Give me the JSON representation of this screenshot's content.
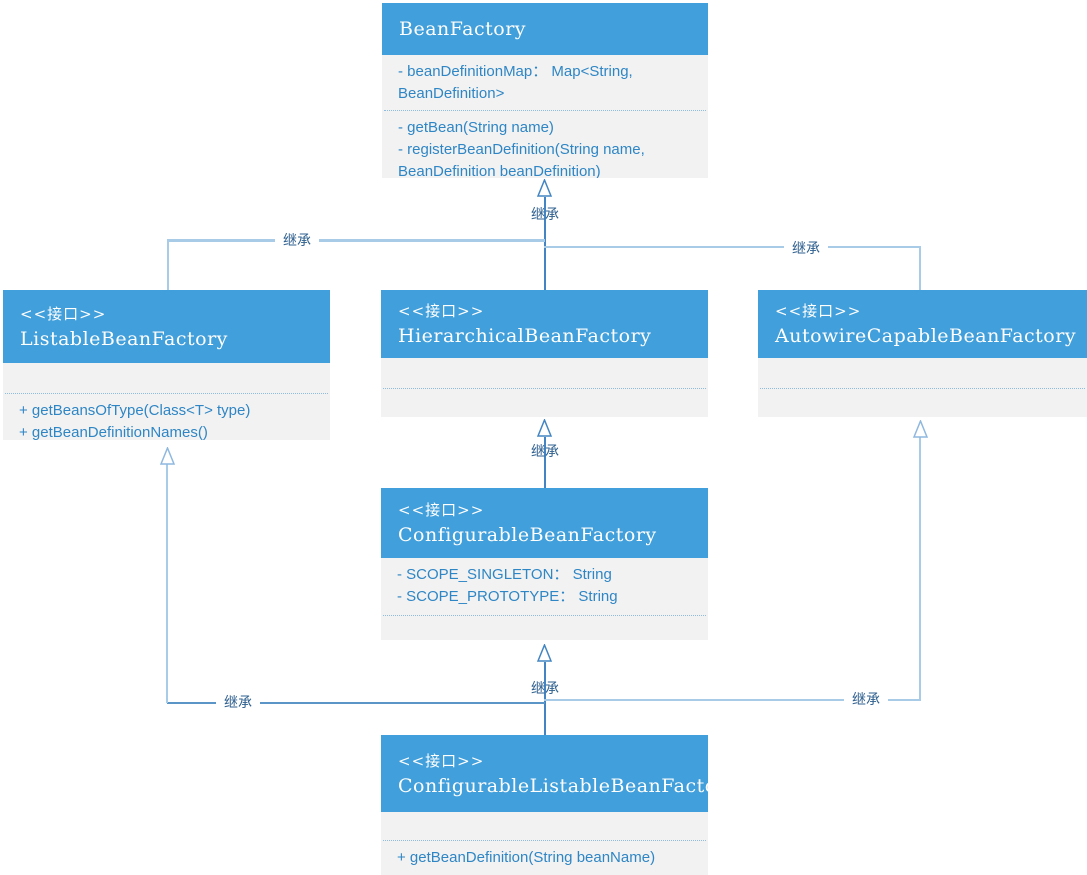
{
  "diagram": {
    "inherit_label": "继承",
    "stereotype": "<<接口>>",
    "colors": {
      "header_blue": "#419FDB",
      "body_gray": "#F2F2F2",
      "member_text_blue": "#2E86C5",
      "line_light_blue": "#A8CBE8",
      "line_dark_blue": "#4285C2",
      "label_text": "#2F608F"
    },
    "classes": {
      "bean_factory": {
        "name": "BeanFactory",
        "attributes": [
          "- beanDefinitionMap： Map<String, BeanDefinition>"
        ],
        "methods": [
          "- getBean(String name)",
          "- registerBeanDefinition(String name, BeanDefinition beanDefinition)"
        ]
      },
      "listable": {
        "name": "ListableBeanFactory",
        "methods": [
          "+ getBeansOfType(Class<T> type)",
          "+ getBeanDefinitionNames()"
        ]
      },
      "hierarchical": {
        "name": "HierarchicalBeanFactory"
      },
      "autowire": {
        "name": "AutowireCapableBeanFactory"
      },
      "configurable": {
        "name": "ConfigurableBeanFactory",
        "attributes": [
          "- SCOPE_SINGLETON： String",
          "- SCOPE_PROTOTYPE： String"
        ]
      },
      "configurable_listable": {
        "name": "ConfigurableListableBeanFactory",
        "methods": [
          "+ getBeanDefinition(String beanName)"
        ]
      }
    }
  }
}
